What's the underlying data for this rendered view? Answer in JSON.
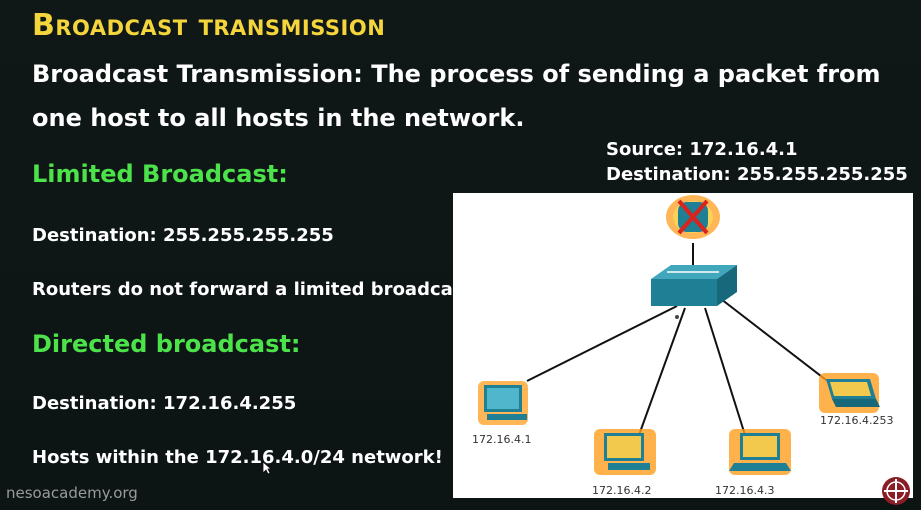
{
  "title": "Broadcast transmission",
  "intro": "Broadcast Transmission: The process of sending a packet from one host to all hosts in the network.",
  "limited": {
    "heading": "Limited Broadcast:",
    "destination": "Destination: 255.255.255.255",
    "note": "Routers do not forward a limited broadcast!"
  },
  "directed": {
    "heading": "Directed broadcast:",
    "destination": "Destination: 172.16.4.255",
    "note": "Hosts within the 172.16.4.0/24 network!"
  },
  "packet_info": {
    "source": "Source: 172.16.4.1",
    "destination": "Destination: 255.255.255.255"
  },
  "diagram": {
    "hosts": [
      {
        "label": "172.16.4.1"
      },
      {
        "label": "172.16.4.2"
      },
      {
        "label": "172.16.4.3"
      },
      {
        "label": "172.16.4.253"
      }
    ]
  },
  "watermark": "nesoacademy.org",
  "colors": {
    "title": "#f4d53b",
    "heading_green": "#4ce24a",
    "text": "#ffffff",
    "background": "#0e1616",
    "device_blue": "#1f7f95",
    "highlight_orange": "#ff8c00"
  }
}
